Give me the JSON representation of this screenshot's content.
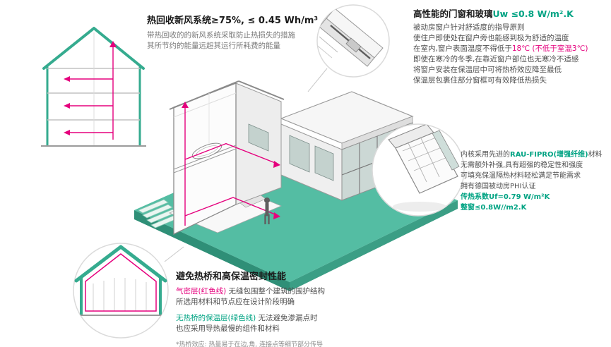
{
  "colors": {
    "accent_teal": "#35ab8f",
    "accent_green_text": "#00a383",
    "accent_magenta": "#e5007d",
    "base_teal": "#54bda3"
  },
  "ventilation": {
    "title": "热回收新风系统≥75%, ≤ 0.45 Wh/m³",
    "desc_line1": "带热回收的的新风系统采取防止热损失的措施",
    "desc_line2": "其所节约的能量远超其运行所耗费的能量"
  },
  "windows": {
    "title_black": "高性能的门窗和玻璃",
    "title_green": "Uw ≤0.8 W/m².K",
    "line1": "被动房窗户针对舒适度的指导原则",
    "line2": "使住户即使处在窗户旁也能感到极为舒适的温度",
    "line3_pre": "在室内,窗户表面温度不得低于",
    "line3_red": "18℃ (不低于室温3℃)",
    "line4": "即使在寒冷的冬季,在靠近窗户部位也无寒冷不适感",
    "line5": "将窗户安装在保温层中可将热桥效应降至最低",
    "line6": "保温层包裹住部分窗框可有效降低热损失"
  },
  "profile": {
    "line1_pre": "内核采用先进的",
    "line1_green": "RAU-FIPRO(增强纤维)",
    "line1_post": "材料",
    "line2": "无需额外补强,具有超强的稳定性和强度",
    "line3": "可填充保温隔热材料轻松满足节能需求",
    "line4": "拥有德国被动房PHI认证",
    "line5": "传热系数Uf=0.79 W/m²K",
    "line6": "整窗≤0.8W//m2.K"
  },
  "thermal": {
    "title": "避免热桥和高保温密封性能",
    "line1_red": "气密层(红色线) ",
    "line1_rest": "无缝包围整个建筑的围护结构",
    "line2": "所选用材料和节点应在设计阶段明确",
    "line3_green": "无热桥的保温层(绿色线) ",
    "line3_rest": "无法避免渗漏点时",
    "line4": "也应采用导热最慢的组件和材料",
    "footnote": "*热桥效应: 热量易于在边,角, 连接点等细节部分传导"
  }
}
